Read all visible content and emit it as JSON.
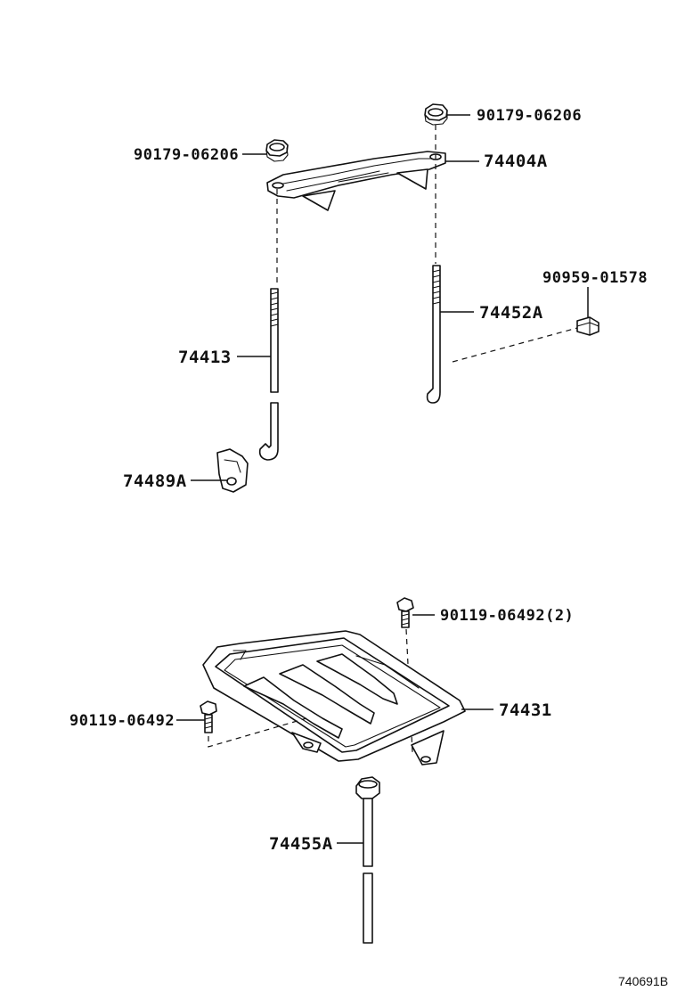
{
  "diagram": {
    "drawing_code": "740691B",
    "parts": [
      {
        "id": "nut_right",
        "label": "90179-06206"
      },
      {
        "id": "nut_left",
        "label": "90179-06206"
      },
      {
        "id": "clamp",
        "label": "74404A"
      },
      {
        "id": "clip",
        "label": "90959-01578"
      },
      {
        "id": "rod_right",
        "label": "74452A"
      },
      {
        "id": "rod_left",
        "label": "74413"
      },
      {
        "id": "plate",
        "label": "74489A"
      },
      {
        "id": "bolt_tray_right",
        "label": "90119-06492(2)"
      },
      {
        "id": "tray",
        "label": "74431"
      },
      {
        "id": "bolt_tray_left",
        "label": "90119-06492"
      },
      {
        "id": "bolt_long",
        "label": "74455A"
      }
    ]
  }
}
